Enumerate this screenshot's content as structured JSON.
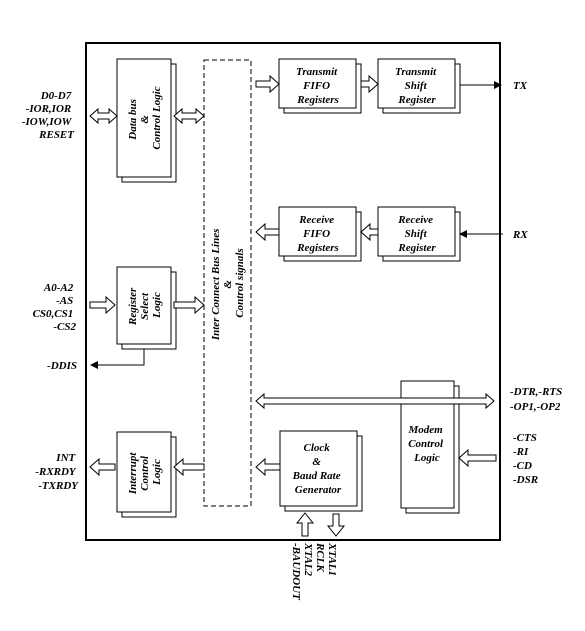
{
  "blocks": {
    "data_bus": [
      "Data bus",
      "&",
      "Control Logic"
    ],
    "transmit_fifo": [
      "Transmit",
      "FIFO",
      "Registers"
    ],
    "transmit_shift": [
      "Transmit",
      "Shift",
      "Register"
    ],
    "receive_fifo": [
      "Receive",
      "FIFO",
      "Registers"
    ],
    "receive_shift": [
      "Receive",
      "Shift",
      "Register"
    ],
    "register_select": [
      "Register",
      "Select",
      "Logic"
    ],
    "interconnect": [
      "Inter Connect Bus Lines",
      "&",
      "Control signals"
    ],
    "modem_control": [
      "Modem",
      "Control",
      "Logic"
    ],
    "interrupt_control": [
      "Interrupt",
      "Control",
      "Logic"
    ],
    "clock_baud": [
      "Clock",
      "&",
      "Baud Rate",
      "Generator"
    ]
  },
  "signals": {
    "data_bus_side": [
      "D0-D7",
      "-IOR,IOR",
      "-IOW,IOW",
      "RESET"
    ],
    "register_side": [
      "A0-A2",
      "-AS",
      "CS0,CS1",
      "-CS2"
    ],
    "ddis": "-DDIS",
    "interrupt_side": [
      "INT",
      "-RXRDY",
      "-TXRDY"
    ],
    "tx": "TX",
    "rx": "RX",
    "modem_out": [
      "-DTR,-RTS",
      "-OP1,-OP2"
    ],
    "modem_in": [
      "-CTS",
      "-RI",
      "-CD",
      "-DSR"
    ],
    "clock_pins": [
      "XTAL1",
      "RCLK",
      "XTAL2",
      "-BAUDOUT"
    ]
  }
}
